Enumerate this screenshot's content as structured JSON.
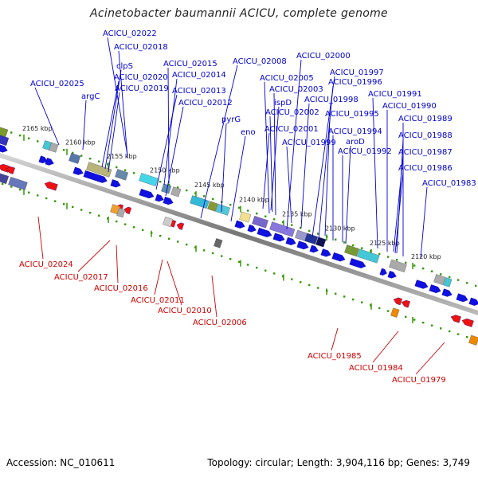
{
  "title": "Acinetobacter baumannii ACICU, complete genome",
  "footer": {
    "accession": "Accession: NC_010611",
    "summary": "Topology: circular; Length: 3,904,116 bp; Genes: 3,749"
  },
  "colors": {
    "forward_label": "#0000cc",
    "reverse_label": "#cc0000",
    "backbone": "#888888",
    "ruler": "#339900",
    "forward_arrow": "#1010e0",
    "reverse_arrow": "#ee1111"
  },
  "ruler_labels": [
    "2165 kbp",
    "2160 kbp",
    "2155 kbp",
    "2150 kbp",
    "2145 kbp",
    "2140 kbp",
    "2135 kbp",
    "2130 kbp",
    "2125 kbp",
    "2120 kbp"
  ],
  "forward_genes": [
    "ACICU_02022",
    "ACICU_02018",
    "clpS",
    "ACICU_02015",
    "ACICU_02020",
    "ACICU_02014",
    "ACICU_02025",
    "ACICU_02019",
    "argC",
    "ACICU_02013",
    "ACICU_02012",
    "ACICU_02008",
    "ACICU_02000",
    "ACICU_01997",
    "ACICU_02005",
    "ACICU_01996",
    "ACICU_02003",
    "ACICU_01998",
    "ispD",
    "ACICU_01991",
    "ACICU_01990",
    "ACICU_02002",
    "ACICU_01995",
    "pyrG",
    "ACICU_01989",
    "ACICU_02001",
    "eno",
    "ACICU_01994",
    "ACICU_01988",
    "ACICU_01999",
    "aroD",
    "ACICU_01987",
    "ACICU_01992",
    "ACICU_01986",
    "ACICU_01983"
  ],
  "reverse_genes": [
    "ACICU_02024",
    "ACICU_02017",
    "ACICU_02016",
    "ACICU_02011",
    "ACICU_02010",
    "ACICU_02006",
    "ACICU_01985",
    "ACICU_01984",
    "ACICU_01979"
  ]
}
